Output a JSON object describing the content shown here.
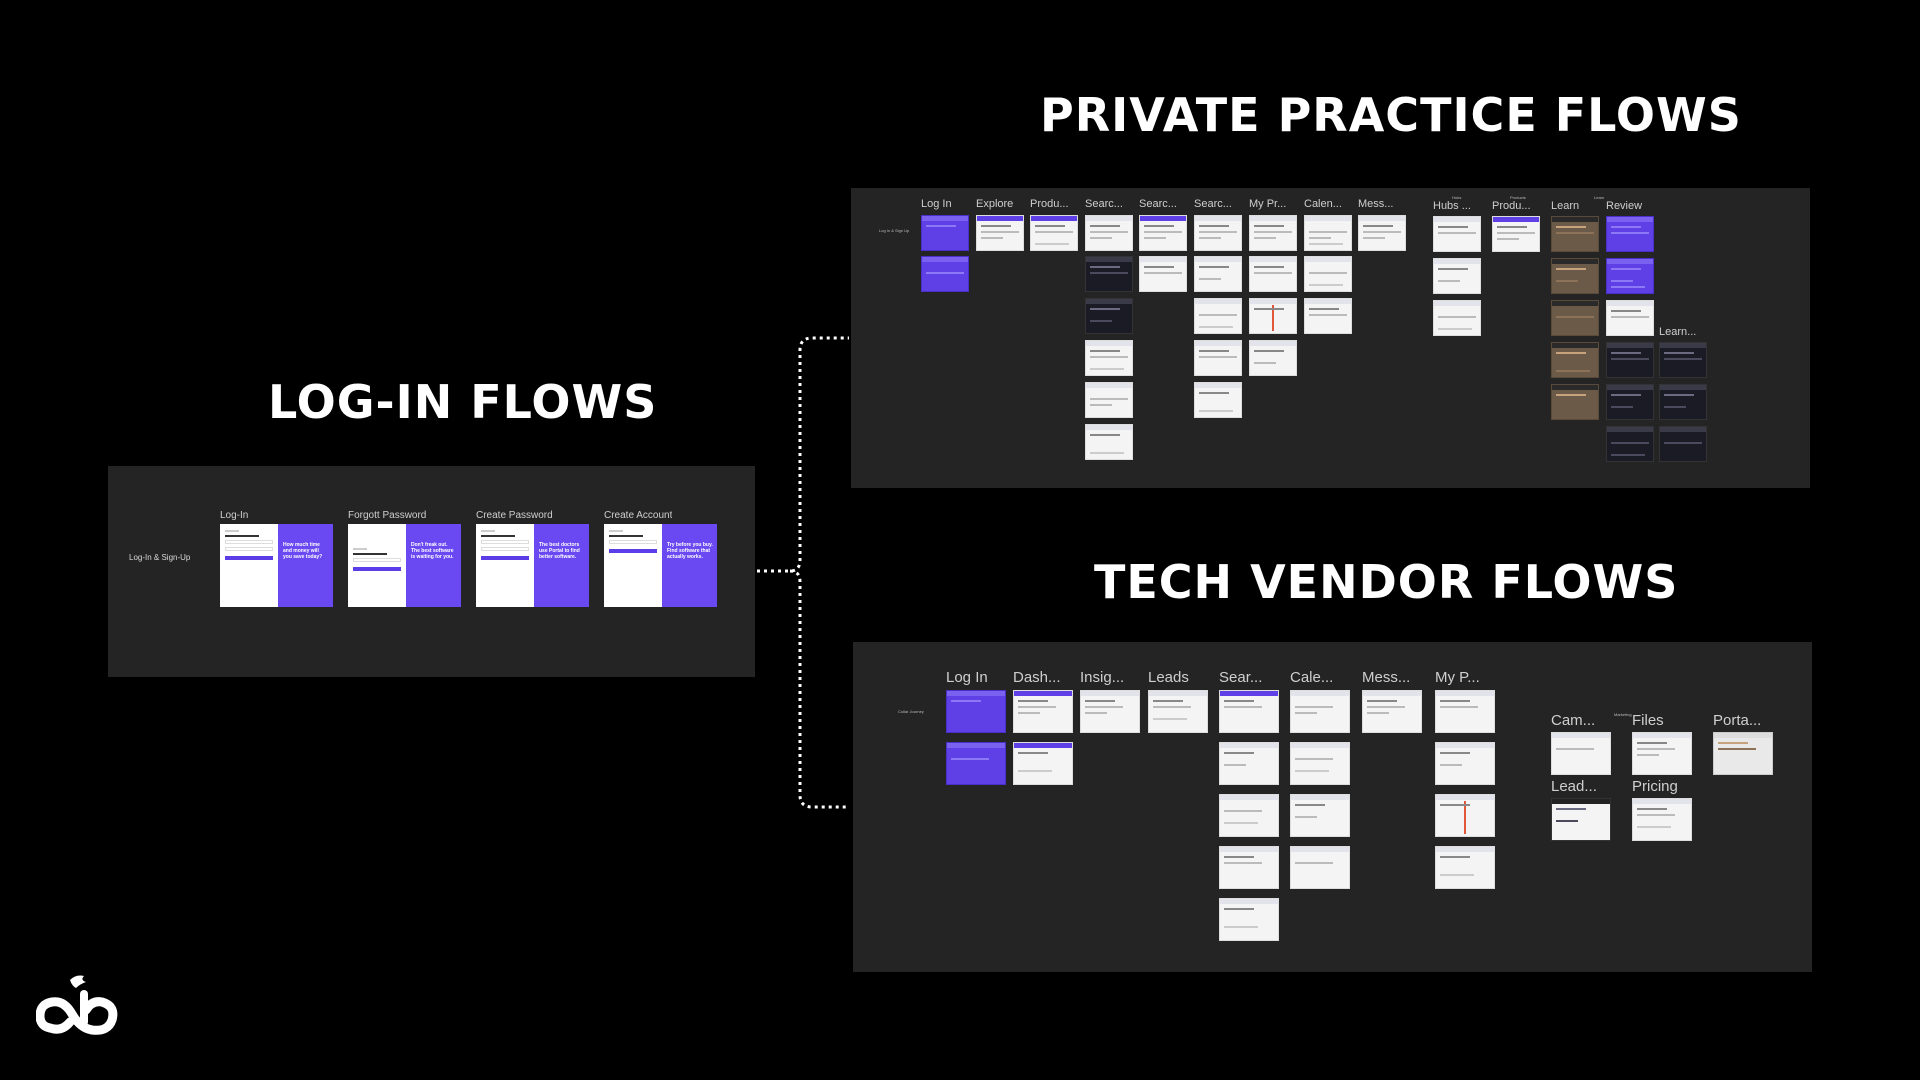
{
  "headings": {
    "private": "PRIVATE PRACTICE FLOWS",
    "login": "LOG-IN FLOWS",
    "tech": "TECH VENDOR FLOWS"
  },
  "login_board": {
    "label": "Log-In & Sign-Up",
    "frames": [
      {
        "title": "Log-In",
        "form_title": "Welcome back, John",
        "panel_text": "How much time and money will you save today?"
      },
      {
        "title": "Forgott Password",
        "form_title": "Forgot Your Password?",
        "panel_text": "Don't freak out. The best software is waiting for you."
      },
      {
        "title": "Create Password",
        "form_title": "Create New Password",
        "panel_text": "The best doctors use Portal to find better software."
      },
      {
        "title": "Create Account",
        "form_title": "Create An Account",
        "panel_text": "Try before you buy. Find software that actually works."
      }
    ]
  },
  "private_board": {
    "label": "Log In & Sign Up",
    "columns": [
      "Log In",
      "Explore",
      "Produ...",
      "Searc...",
      "Searc...",
      "Searc...",
      "My Pr...",
      "Calen...",
      "Mess...",
      "Hubs ...",
      "Produ...",
      "Learn",
      "Review",
      "Learn..."
    ],
    "tiny_headers": [
      "Hubs",
      "Products",
      "Learn"
    ]
  },
  "tech_board": {
    "label": "Collar Journey",
    "columns": [
      "Log In",
      "Dash...",
      "Insig...",
      "Leads",
      "Sear...",
      "Cale...",
      "Mess...",
      "My P...",
      "Cam...",
      "Files",
      "Porta...",
      "Lead...",
      "Pricing"
    ],
    "tiny_header": "Marketing"
  },
  "colors": {
    "background": "#000000",
    "board": "#242424",
    "accent": "#6a49f2",
    "connector": "#ffffff"
  },
  "icons": {
    "logo": "dragon-infinity-logo"
  }
}
